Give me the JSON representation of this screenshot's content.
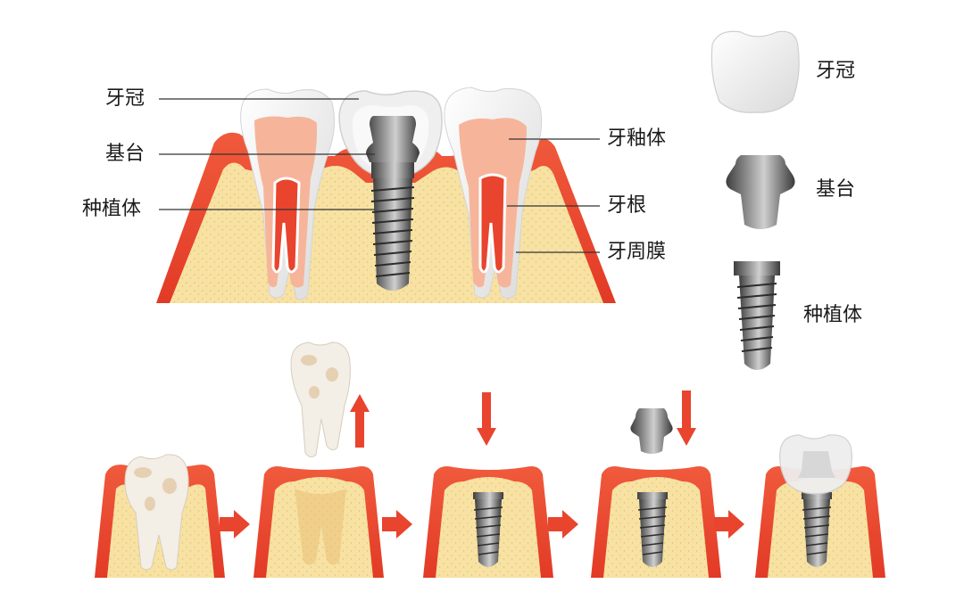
{
  "diagram": {
    "left_labels": {
      "crown": "牙冠",
      "abutment": "基台",
      "implant": "种植体"
    },
    "right_labels": {
      "dentin": "牙釉体",
      "root": "牙根",
      "periodontal_membrane": "牙周膜"
    },
    "legend": {
      "crown": "牙冠",
      "abutment": "基台",
      "implant": "种植体"
    }
  },
  "colors": {
    "gum": "#e8442e",
    "gum_light": "#f07a62",
    "bone": "#f7e2a3",
    "bone_dot": "#e9c878",
    "enamel": "#f1f1f1",
    "pulp_outer": "#f6b59a",
    "pulp_inner": "#e8442e",
    "metal": "#5d5d5d",
    "arrow": "#e8442e"
  }
}
